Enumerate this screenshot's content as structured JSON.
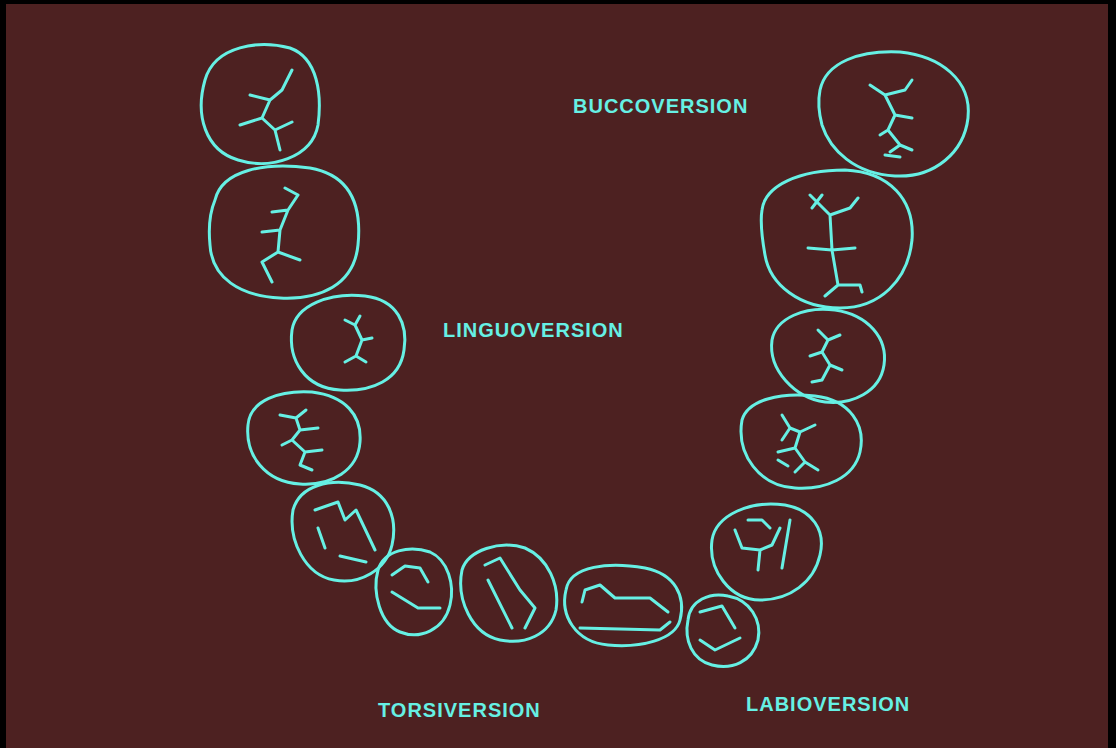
{
  "diagram": {
    "labels": [
      "BUCCOVERSION",
      "LINGUOVERSION",
      "TORSIVERSION",
      "LABIOVERSION"
    ]
  }
}
